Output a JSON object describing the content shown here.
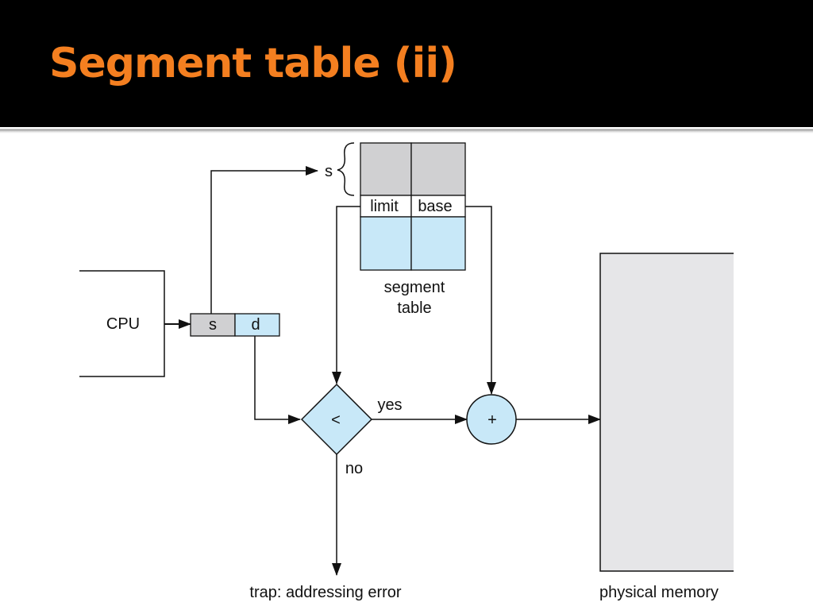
{
  "slide": {
    "title": "Segment table (ii)"
  },
  "diagram": {
    "cpu_label": "CPU",
    "address_s": "s",
    "address_d": "d",
    "segment_index_label": "s",
    "table_limit_header": "limit",
    "table_base_header": "base",
    "table_caption_line1": "segment",
    "table_caption_line2": "table",
    "compare_symbol": "<",
    "yes_label": "yes",
    "no_label": "no",
    "adder_symbol": "+",
    "trap_label": "trap: addressing error",
    "memory_label": "physical memory"
  },
  "colors": {
    "title_text": "#f47f20",
    "title_bar": "#000000",
    "gray_fill": "#d0d0d2",
    "blue_fill": "#c8e8f8",
    "memory_fill": "#e6e6e8"
  }
}
